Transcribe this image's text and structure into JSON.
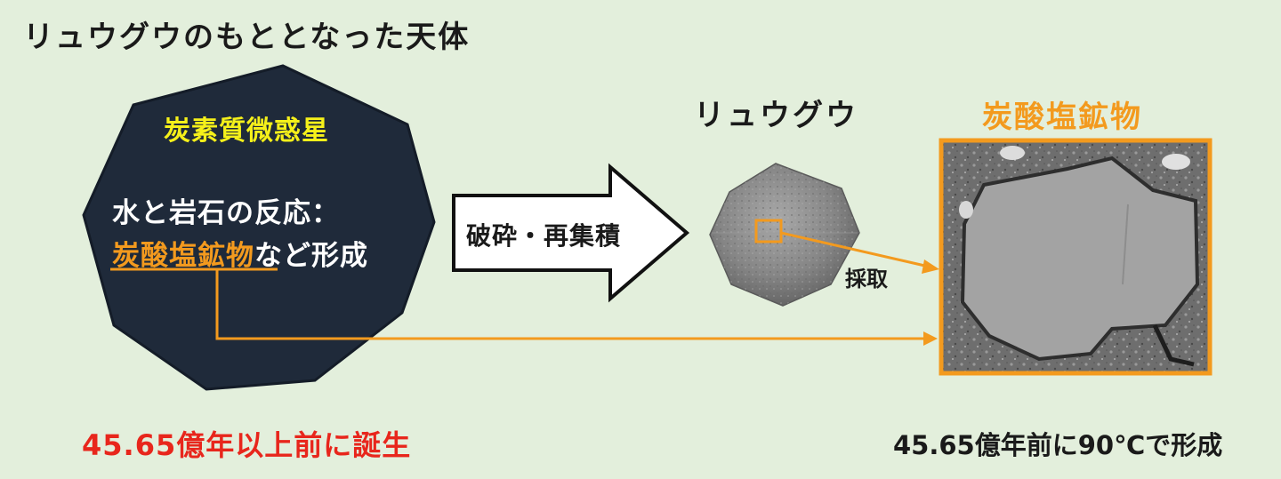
{
  "title": "リュウグウのもととなった天体",
  "parent_body": {
    "label": "炭素質微惑星",
    "reaction_line1": "水と岩石の反応：",
    "reaction_highlight": "炭酸塩鉱物",
    "reaction_line2_rest": "など形成",
    "age": "45.65億年以上前に誕生"
  },
  "process_arrow": {
    "label": "破砕・再集積"
  },
  "ryugu": {
    "label": "リュウグウ",
    "sampling_label": "採取"
  },
  "mineral": {
    "label": "炭酸塩鉱物",
    "formation": "45.65億年前に90℃で形成"
  },
  "colors": {
    "background": "#e3efdc",
    "asteroid_body": "#1f2a3a",
    "highlight_orange": "#f39a1e",
    "asteroid_label_yellow": "#f5f01a",
    "age_red": "#e8261c"
  }
}
